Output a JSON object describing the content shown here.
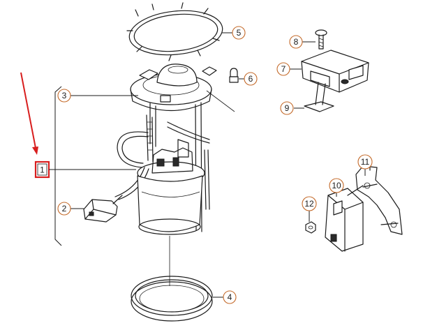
{
  "callouts": {
    "c1": "1",
    "c2": "2",
    "c3": "3",
    "c4": "4",
    "c5": "5",
    "c6": "6",
    "c7": "7",
    "c8": "8",
    "c9": "9",
    "c10": "10",
    "c11": "11",
    "c12": "12"
  },
  "colors": {
    "callout_ring": "#c46a2a",
    "highlight_box": "#d81e1e",
    "arrow": "#d81e1e",
    "line_art": "#1a1a1a"
  },
  "highlight": {
    "target": "c1"
  }
}
